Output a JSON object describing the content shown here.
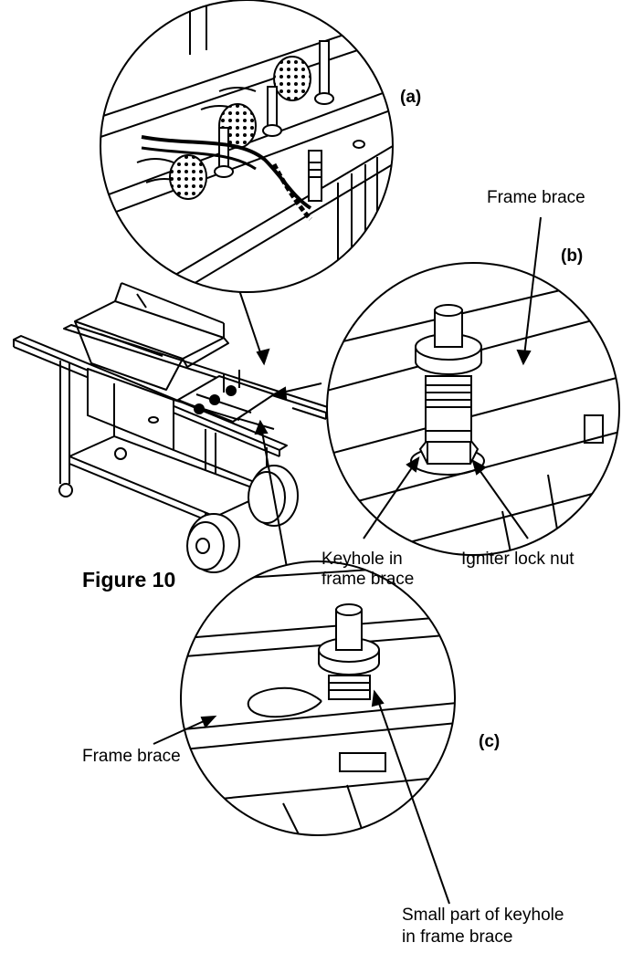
{
  "figure": {
    "title": "Figure 10"
  },
  "callouts": {
    "a": {
      "tag": "(a)"
    },
    "b": {
      "tag": "(b)"
    },
    "c": {
      "tag": "(c)"
    }
  },
  "labels": {
    "frame_brace_b": "Frame brace",
    "keyhole_line1": "Keyhole in",
    "keyhole_line2": "frame brace",
    "lock_nut": "Igniter lock nut",
    "frame_brace_c": "Frame brace",
    "small_part_line1": "Small part of keyhole",
    "small_part_line2": "in frame brace"
  },
  "colors": {
    "ink": "#000000",
    "paper": "#ffffff"
  }
}
